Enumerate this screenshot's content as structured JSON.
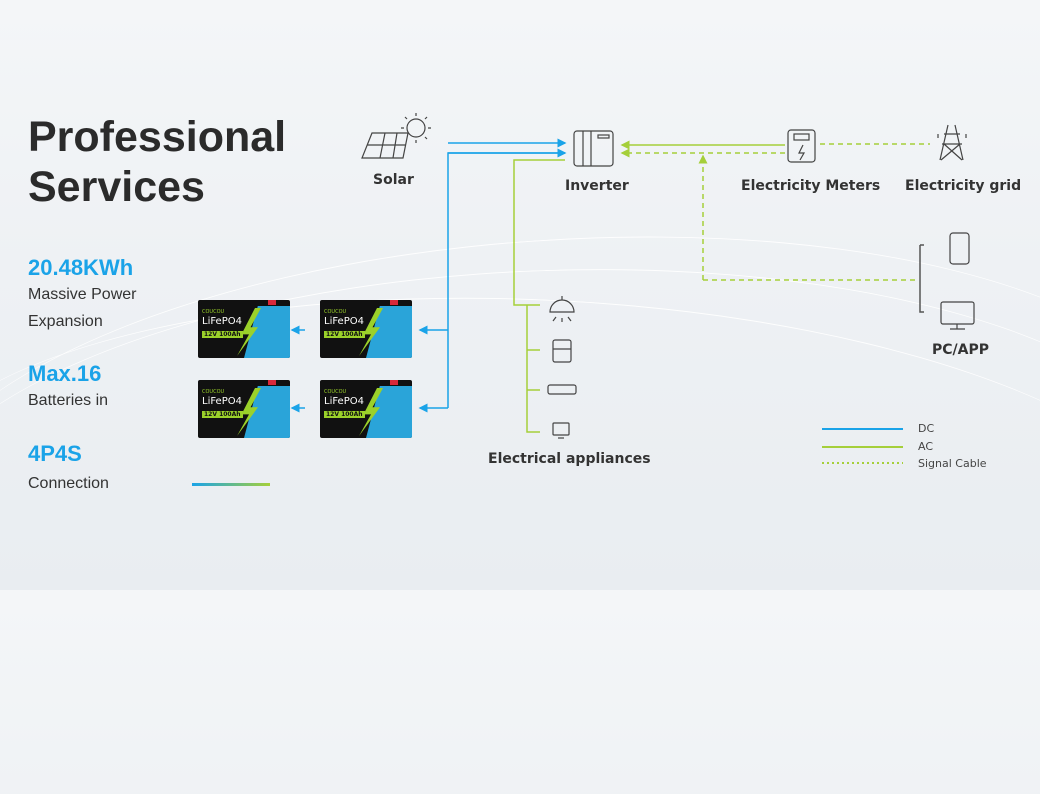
{
  "title": [
    "Professional",
    "Services"
  ],
  "stats": [
    {
      "value": "20.48KWh",
      "desc": [
        "Massive Power",
        "Expansion"
      ]
    },
    {
      "value": "Max.16",
      "desc": [
        "Batteries in"
      ]
    },
    {
      "value": "4P4S",
      "desc": [
        "Connection"
      ]
    }
  ],
  "battery": {
    "brand": "COUCOU",
    "chemistry": "LiFePO4",
    "spec": "12V 100Ah"
  },
  "nodes": {
    "solar": "Solar",
    "inverter": "Inverter",
    "meter": "Electricity Meters",
    "grid": "Electricity grid",
    "pc": "PC/APP",
    "appliances": "Electrical appliances"
  },
  "legend": [
    {
      "label": "DC",
      "color": "#1aa3e8"
    },
    {
      "label": "AC",
      "color": "#a5cf3a"
    },
    {
      "label": "Signal Cable",
      "color": "#a5cf3a"
    }
  ]
}
